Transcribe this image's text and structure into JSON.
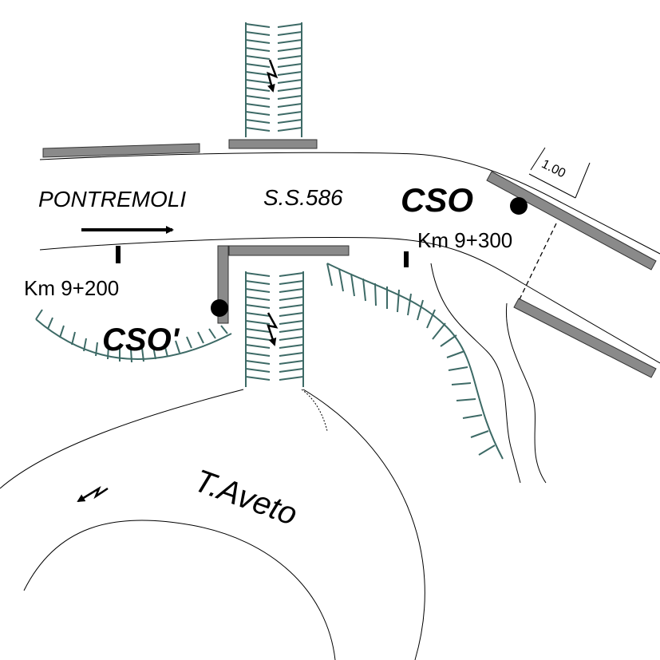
{
  "map": {
    "labels": {
      "direction": "PONTREMOLI",
      "road": "S.S.586",
      "cso": "CSO",
      "cso_prime": "CSO'",
      "km_9_200": "Km 9+200",
      "km_9_300": "Km 9+300",
      "river": "T.Aveto",
      "dimension": "1.00"
    },
    "colors": {
      "line": "#000000",
      "barrier": "#8a8a8a",
      "barrier_outline": "#333333",
      "slope_hatch": "#3d6a66"
    }
  }
}
